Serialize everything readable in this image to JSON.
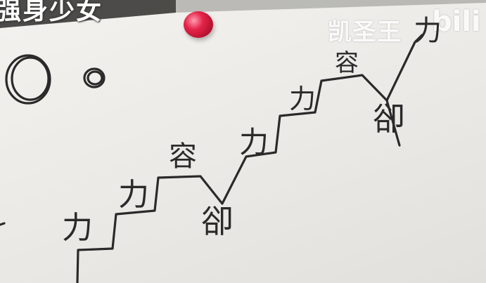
{
  "caption": {
    "text": "强身少女"
  },
  "watermark": {
    "channel": "凯圣王",
    "logo": "bili"
  },
  "colors": {
    "marker": "#2a2a2a",
    "magnet": "#e5244a",
    "board": "#ecebe7"
  },
  "board_words": {
    "li_1": "力",
    "li_2": "力",
    "rong_1": "容",
    "que_1": "卻",
    "li_3": "力",
    "li_4": "力",
    "rong_2": "容",
    "que_2": "卻",
    "li_5": "力"
  }
}
